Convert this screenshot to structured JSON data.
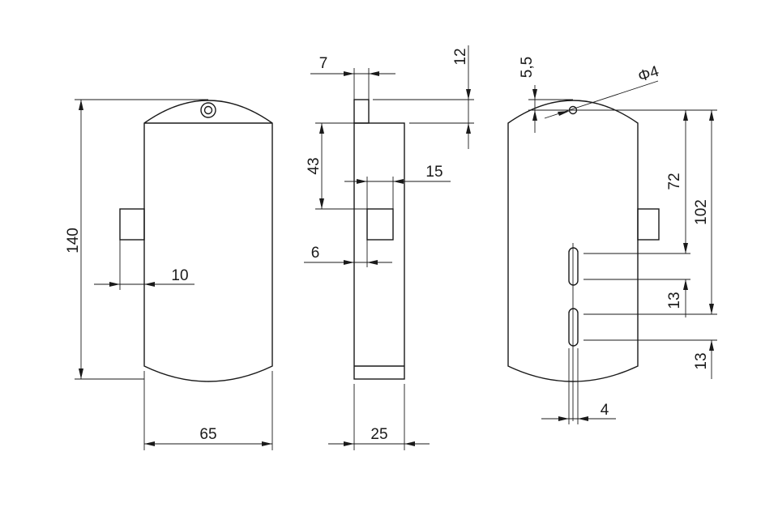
{
  "front_view": {
    "height_label": "140",
    "width_label": "65",
    "bolt_label": "10"
  },
  "side_view": {
    "top_offset_label": "7",
    "top_height_label": "12",
    "bolt_offset_label": "43",
    "bolt_width_label": "15",
    "bolt_depth_label": "6",
    "depth_label": "25"
  },
  "rear_view": {
    "top_label": "5,5",
    "hole_label": "Φ4",
    "slot1_label": "72",
    "slot2_label": "102",
    "slot1_length_label": "13",
    "slot2_length_label": "13",
    "slot_width_label": "4"
  }
}
